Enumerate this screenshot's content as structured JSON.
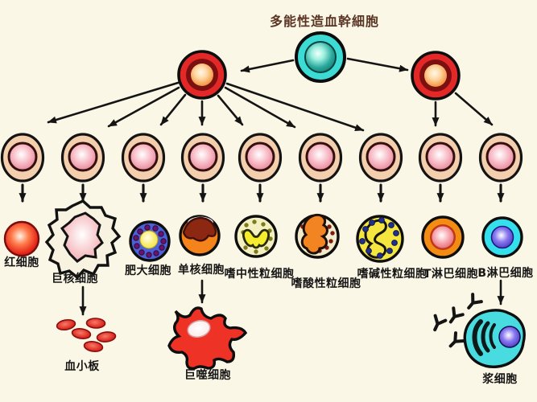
{
  "title": "多能性造血幹細胞",
  "cells": {
    "red_blood_cell": {
      "label": "红细胞"
    },
    "megakaryocyte": {
      "label": "巨核细胞"
    },
    "mast_cell": {
      "label": "肥大细胞"
    },
    "monocyte": {
      "label": "单核细胞"
    },
    "neutrophil": {
      "label": "嗜中性粒细胞"
    },
    "eosinophil": {
      "label": "嗜酸性粒细胞"
    },
    "basophil": {
      "label": "嗜碱性粒细胞"
    },
    "t_lymphocyte": {
      "label": "T淋巴细胞"
    },
    "b_lymphocyte": {
      "label": "B淋巴细胞"
    },
    "platelets": {
      "label": "血小板"
    },
    "macrophage": {
      "label": "巨噬细胞"
    },
    "plasma_cell": {
      "label": "浆细胞"
    }
  },
  "colors": {
    "background": "#fbf7e6",
    "title_text": "#5a3424",
    "label_text": "#161616",
    "arrow": "#141414",
    "stem_cell_cyan": "#3cdcd4",
    "progenitor_red": "#e42828",
    "progenitor_beige": "#f4cfae",
    "red_blood_cell_red": "#d81818",
    "mast_cell_blue": "#4a62d8",
    "monocyte_orange": "#f5831c",
    "neutrophil_cream": "#f4f0c2",
    "eosinophil_orange": "#f28422",
    "basophil_yellow": "#f4e63e",
    "t_cell_orange": "#f28c12",
    "b_cell_cyan": "#34e0ec",
    "macrophage_red": "#ee3226",
    "plasma_cell_cyan": "#48dce0"
  }
}
